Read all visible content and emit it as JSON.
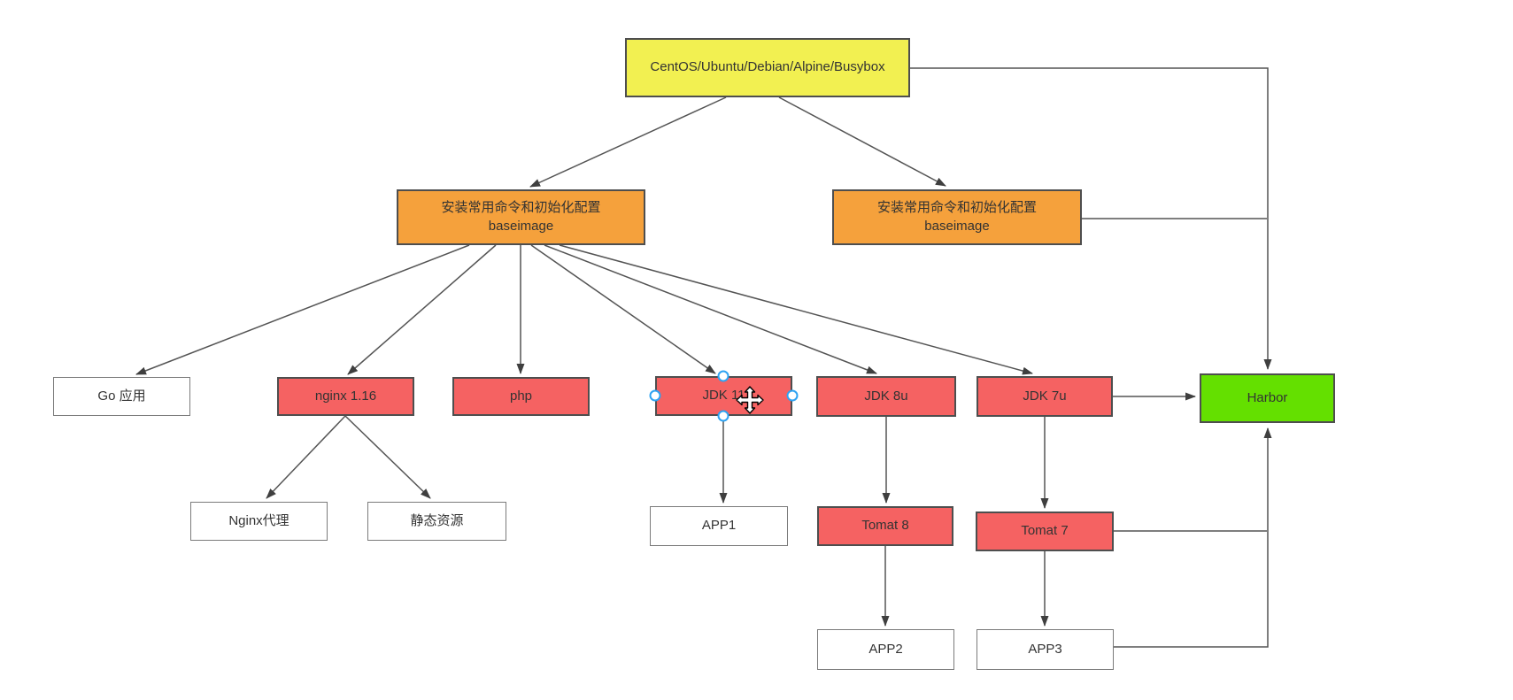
{
  "diagram": {
    "nodes": {
      "os": {
        "label": "CentOS/Ubuntu/Debian/Alpine/Busybox",
        "fill": "#F2F051"
      },
      "baseimage_left": {
        "label_line1": "安装常用命令和初始化配置",
        "label_line2": "baseimage",
        "fill": "#F5A13C"
      },
      "baseimage_right": {
        "label_line1": "安装常用命令和初始化配置",
        "label_line2": "baseimage",
        "fill": "#F5A13C"
      },
      "go_app": {
        "label": "Go 应用",
        "fill": "#FFFFFF"
      },
      "nginx": {
        "label": "nginx 1.16",
        "fill": "#F56262"
      },
      "php": {
        "label": "php",
        "fill": "#F56262"
      },
      "jdk11": {
        "label": "JDK 11",
        "fill": "#F56262",
        "selected": true
      },
      "jdk8u": {
        "label": "JDK 8u",
        "fill": "#F56262"
      },
      "jdk7u": {
        "label": "JDK 7u",
        "fill": "#F56262"
      },
      "harbor": {
        "label": "Harbor",
        "fill": "#64E000"
      },
      "nginx_proxy": {
        "label": "Nginx代理",
        "fill": "#FFFFFF"
      },
      "static_assets": {
        "label": "静态资源",
        "fill": "#FFFFFF"
      },
      "app1": {
        "label": "APP1",
        "fill": "#FFFFFF"
      },
      "tomat8": {
        "label": "Tomat 8",
        "fill": "#F56262"
      },
      "tomat7": {
        "label": "Tomat 7",
        "fill": "#F56262"
      },
      "app2": {
        "label": "APP2",
        "fill": "#FFFFFF"
      },
      "app3": {
        "label": "APP3",
        "fill": "#FFFFFF"
      }
    },
    "state": {
      "selected_node": "JDK 11",
      "cursor": "move",
      "selection_handle_color": "#2EA3F2"
    },
    "colors": {
      "background": "#FFFFFF",
      "edge_stroke": "#545454",
      "node_border": "#4E4E4E",
      "white_node_border": "#7B7B7B"
    }
  }
}
